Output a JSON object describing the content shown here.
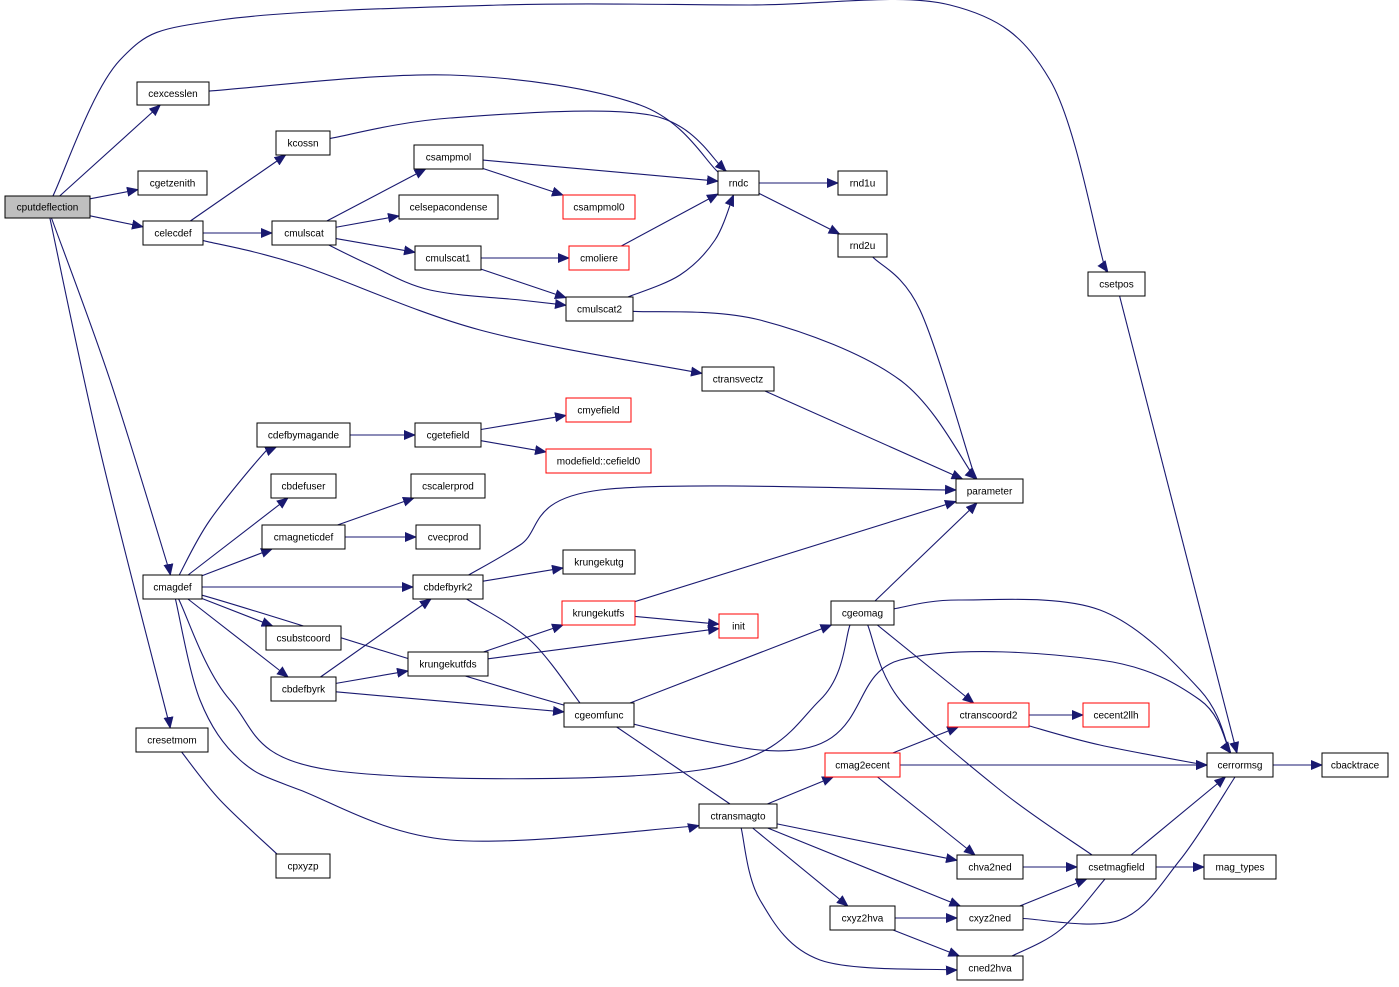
{
  "colors": {
    "edge": "#191970",
    "node_border": "#000000",
    "link_missing_border": "#ff0000",
    "root_fill": "#bfbfbf",
    "background": "#ffffff"
  },
  "nodes": [
    {
      "id": "cputdeflection",
      "label": "cputdeflection",
      "style": "root"
    },
    {
      "id": "cexcesslen",
      "label": "cexcesslen",
      "style": "normal"
    },
    {
      "id": "cgetzenith",
      "label": "cgetzenith",
      "style": "normal"
    },
    {
      "id": "celecdef",
      "label": "celecdef",
      "style": "normal"
    },
    {
      "id": "kcossn",
      "label": "kcossn",
      "style": "normal"
    },
    {
      "id": "csampmol",
      "label": "csampmol",
      "style": "normal"
    },
    {
      "id": "csampmol0",
      "label": "csampmol0",
      "style": "red"
    },
    {
      "id": "celsepacondense",
      "label": "celsepacondense",
      "style": "normal"
    },
    {
      "id": "cmulscat",
      "label": "cmulscat",
      "style": "normal"
    },
    {
      "id": "cmulscat1",
      "label": "cmulscat1",
      "style": "normal"
    },
    {
      "id": "cmoliere",
      "label": "cmoliere",
      "style": "red"
    },
    {
      "id": "cmulscat2",
      "label": "cmulscat2",
      "style": "normal"
    },
    {
      "id": "rndc",
      "label": "rndc",
      "style": "normal"
    },
    {
      "id": "rnd1u",
      "label": "rnd1u",
      "style": "normal"
    },
    {
      "id": "rnd2u",
      "label": "rnd2u",
      "style": "normal"
    },
    {
      "id": "csetpos",
      "label": "csetpos",
      "style": "normal"
    },
    {
      "id": "ctransvectz",
      "label": "ctransvectz",
      "style": "normal"
    },
    {
      "id": "cdefbymagande",
      "label": "cdefbymagande",
      "style": "normal"
    },
    {
      "id": "cgetefield",
      "label": "cgetefield",
      "style": "normal"
    },
    {
      "id": "cmyefield",
      "label": "cmyefield",
      "style": "red"
    },
    {
      "id": "modefield_cefield0",
      "label": "modefield::cefield0",
      "style": "red"
    },
    {
      "id": "cbdefuser",
      "label": "cbdefuser",
      "style": "normal"
    },
    {
      "id": "cscalerprod",
      "label": "cscalerprod",
      "style": "normal"
    },
    {
      "id": "cmagneticdef",
      "label": "cmagneticdef",
      "style": "normal"
    },
    {
      "id": "cvecprod",
      "label": "cvecprod",
      "style": "normal"
    },
    {
      "id": "parameter",
      "label": "parameter",
      "style": "normal"
    },
    {
      "id": "krungekutg",
      "label": "krungekutg",
      "style": "normal"
    },
    {
      "id": "cmagdef",
      "label": "cmagdef",
      "style": "normal"
    },
    {
      "id": "cbdefbyrk2",
      "label": "cbdefbyrk2",
      "style": "normal"
    },
    {
      "id": "krungekutfs",
      "label": "krungekutfs",
      "style": "red"
    },
    {
      "id": "init",
      "label": "init",
      "style": "red"
    },
    {
      "id": "cgeomag",
      "label": "cgeomag",
      "style": "normal"
    },
    {
      "id": "csubstcoord",
      "label": "csubstcoord",
      "style": "normal"
    },
    {
      "id": "krungekutfds",
      "label": "krungekutfds",
      "style": "normal"
    },
    {
      "id": "cbdefbyrk",
      "label": "cbdefbyrk",
      "style": "normal"
    },
    {
      "id": "cgeomfunc",
      "label": "cgeomfunc",
      "style": "normal"
    },
    {
      "id": "ctranscoord2",
      "label": "ctranscoord2",
      "style": "red"
    },
    {
      "id": "cecent2llh",
      "label": "cecent2llh",
      "style": "red"
    },
    {
      "id": "cresetmom",
      "label": "cresetmom",
      "style": "normal"
    },
    {
      "id": "cmag2ecent",
      "label": "cmag2ecent",
      "style": "red"
    },
    {
      "id": "cerrormsg",
      "label": "cerrormsg",
      "style": "normal"
    },
    {
      "id": "cbacktrace",
      "label": "cbacktrace",
      "style": "normal"
    },
    {
      "id": "ctransmagto",
      "label": "ctransmagto",
      "style": "normal"
    },
    {
      "id": "cpxyzp",
      "label": "cpxyzp",
      "style": "normal"
    },
    {
      "id": "chva2ned",
      "label": "chva2ned",
      "style": "normal"
    },
    {
      "id": "csetmagfield",
      "label": "csetmagfield",
      "style": "normal"
    },
    {
      "id": "mag_types",
      "label": "mag_types",
      "style": "normal"
    },
    {
      "id": "cxyz2hva",
      "label": "cxyz2hva",
      "style": "normal"
    },
    {
      "id": "cxyz2ned",
      "label": "cxyz2ned",
      "style": "normal"
    },
    {
      "id": "cned2hva",
      "label": "cned2hva",
      "style": "normal"
    }
  ],
  "edges": [
    [
      "cputdeflection",
      "cexcesslen"
    ],
    [
      "cputdeflection",
      "cgetzenith"
    ],
    [
      "cputdeflection",
      "celecdef"
    ],
    [
      "cputdeflection",
      "csetpos"
    ],
    [
      "cputdeflection",
      "cmagdef"
    ],
    [
      "cputdeflection",
      "cresetmom"
    ],
    [
      "cexcesslen",
      "rndc"
    ],
    [
      "celecdef",
      "kcossn"
    ],
    [
      "celecdef",
      "cmulscat"
    ],
    [
      "celecdef",
      "ctransvectz"
    ],
    [
      "kcossn",
      "rndc"
    ],
    [
      "cmulscat",
      "csampmol"
    ],
    [
      "cmulscat",
      "celsepacondense"
    ],
    [
      "cmulscat",
      "cmulscat1"
    ],
    [
      "cmulscat",
      "cmulscat2"
    ],
    [
      "csampmol",
      "rndc"
    ],
    [
      "csampmol",
      "csampmol0"
    ],
    [
      "cmulscat1",
      "cmoliere"
    ],
    [
      "cmulscat1",
      "cmulscat2"
    ],
    [
      "cmoliere",
      "rndc"
    ],
    [
      "cmulscat2",
      "rndc"
    ],
    [
      "cmulscat2",
      "parameter"
    ],
    [
      "rndc",
      "rnd1u"
    ],
    [
      "rndc",
      "rnd2u"
    ],
    [
      "rnd2u",
      "parameter"
    ],
    [
      "csetpos",
      "cerrormsg"
    ],
    [
      "ctransvectz",
      "parameter"
    ],
    [
      "cmagdef",
      "cdefbymagande"
    ],
    [
      "cmagdef",
      "cbdefuser"
    ],
    [
      "cmagdef",
      "cmagneticdef"
    ],
    [
      "cmagdef",
      "cbdefbyrk2"
    ],
    [
      "cmagdef",
      "csubstcoord"
    ],
    [
      "cmagdef",
      "cbdefbyrk"
    ],
    [
      "cmagdef",
      "cgeomag"
    ],
    [
      "cmagdef",
      "ctransmagto"
    ],
    [
      "cmagdef",
      "cerrormsg"
    ],
    [
      "cdefbymagande",
      "cgetefield"
    ],
    [
      "cgetefield",
      "cmyefield"
    ],
    [
      "cgetefield",
      "modefield_cefield0"
    ],
    [
      "cmagneticdef",
      "cscalerprod"
    ],
    [
      "cmagneticdef",
      "cvecprod"
    ],
    [
      "cbdefbyrk2",
      "parameter"
    ],
    [
      "cbdefbyrk2",
      "krungekutg"
    ],
    [
      "cbdefbyrk2",
      "cgeomfunc"
    ],
    [
      "krungekutfs",
      "parameter"
    ],
    [
      "krungekutfs",
      "init"
    ],
    [
      "krungekutfds",
      "krungekutfs"
    ],
    [
      "krungekutfds",
      "init"
    ],
    [
      "cbdefbyrk",
      "cbdefbyrk2"
    ],
    [
      "cbdefbyrk",
      "krungekutfds"
    ],
    [
      "cbdefbyrk",
      "cgeomfunc"
    ],
    [
      "cgeomfunc",
      "cgeomag"
    ],
    [
      "cgeomfunc",
      "ctransmagto"
    ],
    [
      "cgeomag",
      "parameter"
    ],
    [
      "cgeomag",
      "ctranscoord2"
    ],
    [
      "cgeomag",
      "cerrormsg"
    ],
    [
      "cgeomag",
      "csetmagfield"
    ],
    [
      "ctranscoord2",
      "cecent2llh"
    ],
    [
      "ctranscoord2",
      "cerrormsg"
    ],
    [
      "cmag2ecent",
      "ctranscoord2"
    ],
    [
      "cmag2ecent",
      "cerrormsg"
    ],
    [
      "cmag2ecent",
      "chva2ned"
    ],
    [
      "cresetmom",
      "cpxyzp"
    ],
    [
      "ctransmagto",
      "cmag2ecent"
    ],
    [
      "ctransmagto",
      "chva2ned"
    ],
    [
      "ctransmagto",
      "cxyz2hva"
    ],
    [
      "ctransmagto",
      "cxyz2ned"
    ],
    [
      "ctransmagto",
      "cned2hva"
    ],
    [
      "chva2ned",
      "csetmagfield"
    ],
    [
      "cxyz2hva",
      "cxyz2ned"
    ],
    [
      "cxyz2hva",
      "cned2hva"
    ],
    [
      "cxyz2ned",
      "csetmagfield"
    ],
    [
      "cxyz2ned",
      "cerrormsg"
    ],
    [
      "cned2hva",
      "csetmagfield"
    ],
    [
      "csetmagfield",
      "cerrormsg"
    ],
    [
      "csetmagfield",
      "mag_types"
    ],
    [
      "cerrormsg",
      "cbacktrace"
    ]
  ]
}
